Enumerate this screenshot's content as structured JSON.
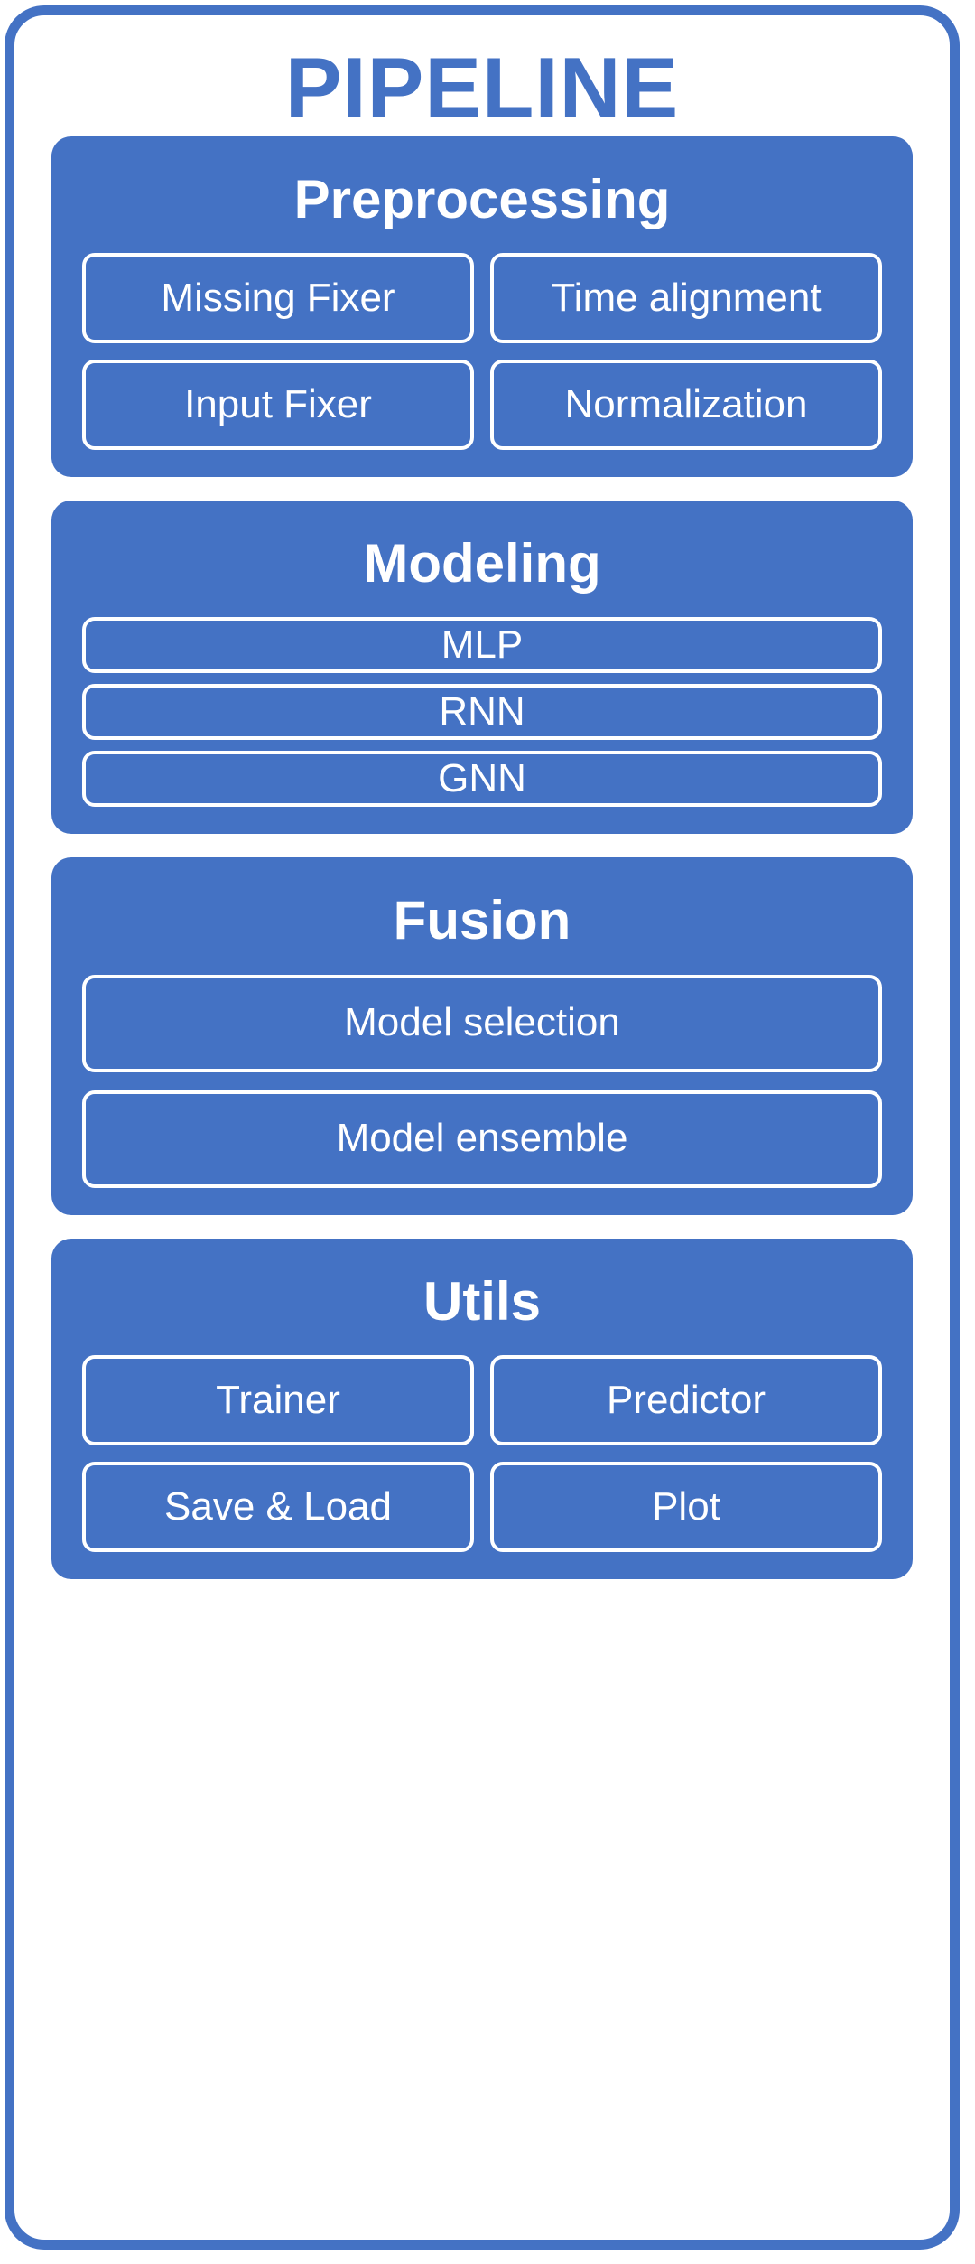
{
  "title": "PIPELINE",
  "colors": {
    "accent": "#4472C4",
    "panel": "#4472C4",
    "box_border": "#FFFFFF",
    "title_text": "#4472C4",
    "item_text": "#FFFFFF",
    "background": "#FFFFFF"
  },
  "sections": [
    {
      "id": "preprocessing",
      "title": "Preprocessing",
      "columns": 2,
      "items": [
        {
          "label": "Missing Fixer"
        },
        {
          "label": "Time alignment"
        },
        {
          "label": "Input Fixer"
        },
        {
          "label": "Normalization"
        }
      ]
    },
    {
      "id": "modeling",
      "title": "Modeling",
      "columns": 1,
      "items": [
        {
          "label": "MLP"
        },
        {
          "label": "RNN"
        },
        {
          "label": "GNN"
        }
      ]
    },
    {
      "id": "fusion",
      "title": "Fusion",
      "columns": 1,
      "items": [
        {
          "label": "Model selection"
        },
        {
          "label": "Model ensemble"
        }
      ]
    },
    {
      "id": "utils",
      "title": "Utils",
      "columns": 2,
      "items": [
        {
          "label": "Trainer"
        },
        {
          "label": "Predictor"
        },
        {
          "label": "Save & Load"
        },
        {
          "label": "Plot"
        }
      ]
    }
  ]
}
